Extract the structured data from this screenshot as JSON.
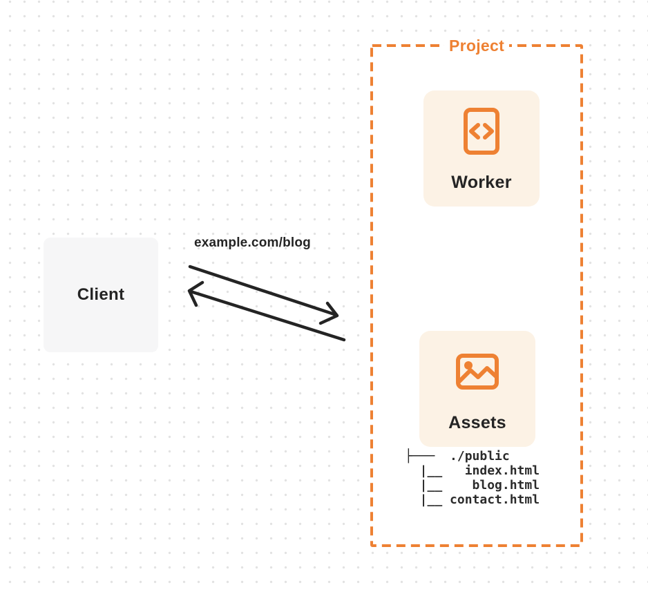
{
  "colors": {
    "accent_orange": "#EE8133",
    "card_bg": "#FCF2E5",
    "client_bg": "#F6F6F7",
    "ink": "#242424",
    "tree_ink": "#2B2B2B",
    "dot": "#E2E2E2",
    "project_bg": "#FFFFFF"
  },
  "client": {
    "label": "Client"
  },
  "request": {
    "label": "example.com/blog"
  },
  "project": {
    "label": "Project",
    "worker": {
      "label": "Worker",
      "icon": "code-file-icon"
    },
    "assets": {
      "label": "Assets",
      "icon": "image-icon"
    },
    "file_tree": {
      "lines": [
        "├───  ./public",
        "  |__   index.html",
        "  |__    blog.html",
        "  |__ contact.html"
      ]
    }
  }
}
